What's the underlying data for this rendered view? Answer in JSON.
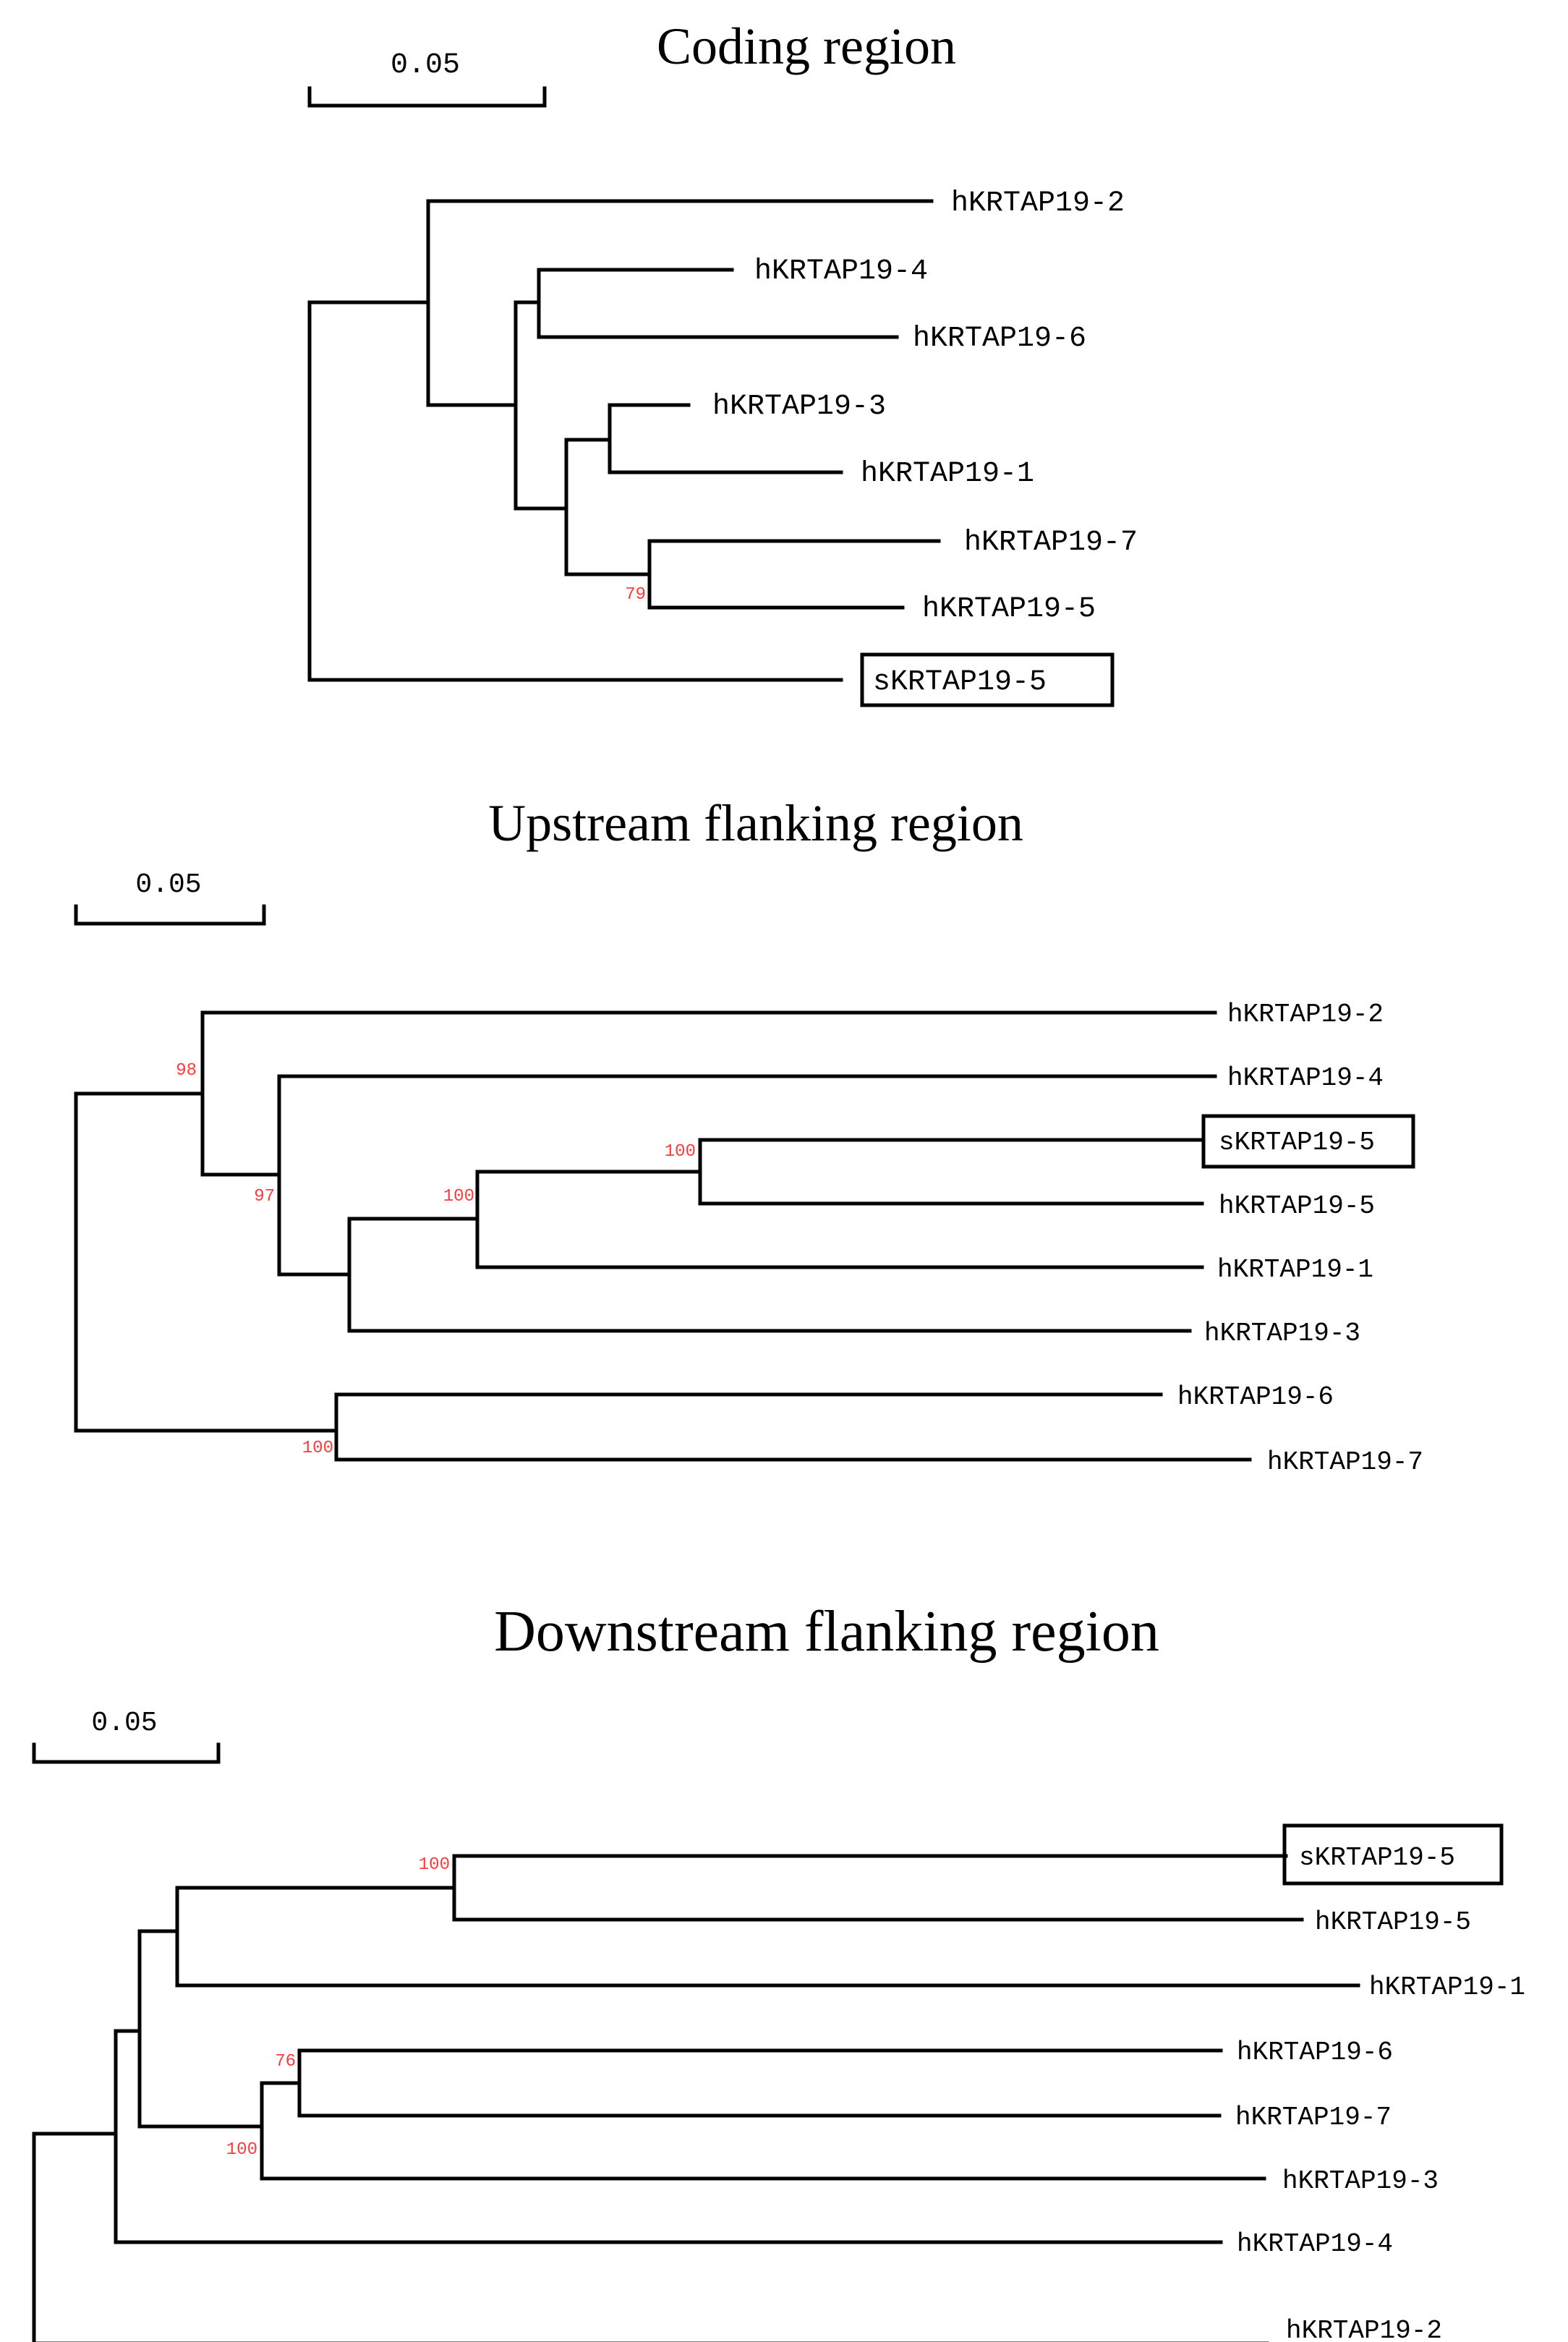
{
  "panels": [
    {
      "title": "Coding region",
      "scale_label": "0.05",
      "leaves": [
        {
          "label": "hKRTAP19-2",
          "boxed": false
        },
        {
          "label": "hKRTAP19-4",
          "boxed": false
        },
        {
          "label": "hKRTAP19-6",
          "boxed": false
        },
        {
          "label": "hKRTAP19-3",
          "boxed": false
        },
        {
          "label": "hKRTAP19-1",
          "boxed": false
        },
        {
          "label": "hKRTAP19-7",
          "boxed": false
        },
        {
          "label": "hKRTAP19-5",
          "boxed": false
        },
        {
          "label": "sKRTAP19-5",
          "boxed": true
        }
      ],
      "bootstrap_values": [
        "79"
      ]
    },
    {
      "title": "Upstream flanking region",
      "scale_label": "0.05",
      "leaves": [
        {
          "label": "hKRTAP19-2",
          "boxed": false
        },
        {
          "label": "hKRTAP19-4",
          "boxed": false
        },
        {
          "label": "sKRTAP19-5",
          "boxed": true
        },
        {
          "label": "hKRTAP19-5",
          "boxed": false
        },
        {
          "label": "hKRTAP19-1",
          "boxed": false
        },
        {
          "label": "hKRTAP19-3",
          "boxed": false
        },
        {
          "label": "hKRTAP19-6",
          "boxed": false
        },
        {
          "label": "hKRTAP19-7",
          "boxed": false
        }
      ],
      "bootstrap_values": [
        "98",
        "97",
        "100",
        "100",
        "100"
      ]
    },
    {
      "title": "Downstream flanking region",
      "scale_label": "0.05",
      "leaves": [
        {
          "label": "sKRTAP19-5",
          "boxed": true
        },
        {
          "label": "hKRTAP19-5",
          "boxed": false
        },
        {
          "label": "hKRTAP19-1",
          "boxed": false
        },
        {
          "label": "hKRTAP19-6",
          "boxed": false
        },
        {
          "label": "hKRTAP19-7",
          "boxed": false
        },
        {
          "label": "hKRTAP19-3",
          "boxed": false
        },
        {
          "label": "hKRTAP19-4",
          "boxed": false
        },
        {
          "label": "hKRTAP19-2",
          "boxed": false
        }
      ],
      "bootstrap_values": [
        "100",
        "76",
        "100"
      ]
    }
  ],
  "colors": {
    "branch": "#000000",
    "bootstrap": "#ff3a3a",
    "text": "#000000"
  }
}
